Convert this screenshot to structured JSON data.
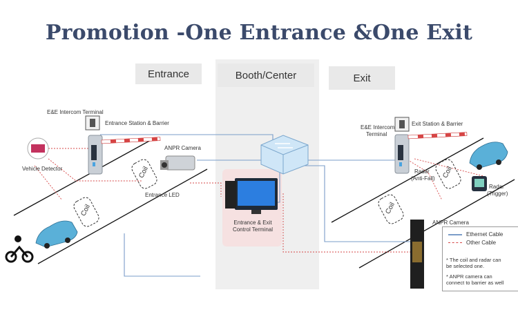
{
  "title": "Promotion -One Entrance &One Exit",
  "zones": {
    "entrance": "Entrance",
    "booth": "Booth/Center",
    "exit": "Exit"
  },
  "labels": {
    "ee_intercom_left": "E&E Intercom Terminal",
    "entrance_station": "Entrance Station & Barrier",
    "anpr_camera_left": "ANPR Camera",
    "vehicle_detector": "Vehicle Detector",
    "entrance_led": "Entrance LED",
    "coil_1": "Coil",
    "coil_2": "Coil",
    "coil_3": "Coil",
    "coil_4": "Coil",
    "control_terminal_1": "Entrance & Exit",
    "control_terminal_2": "Control Terminal",
    "ee_intercom_right_1": "E&E Intercom",
    "ee_intercom_right_2": "Terminal",
    "exit_station": "Exit Station & Barrier",
    "radar_antifall_1": "Radar",
    "radar_antifall_2": "(Anti-Fall)",
    "radar_trigger_1": "Radar",
    "radar_trigger_2": "(Trigger)",
    "anpr_camera_right": "ANPR Camera"
  },
  "legend": {
    "ethernet": "Ethernet Cable",
    "other": "Other Cable",
    "note1_1": "* The coil and radar can",
    "note1_2": "be selected one.",
    "note2_1": "* ANPR camera can",
    "note2_2": "connect to barrier as well"
  },
  "colors": {
    "title": "#3b4a6b",
    "ethernet": "#7a9cc8",
    "other": "#d64545",
    "car": "#5ab0d8"
  }
}
